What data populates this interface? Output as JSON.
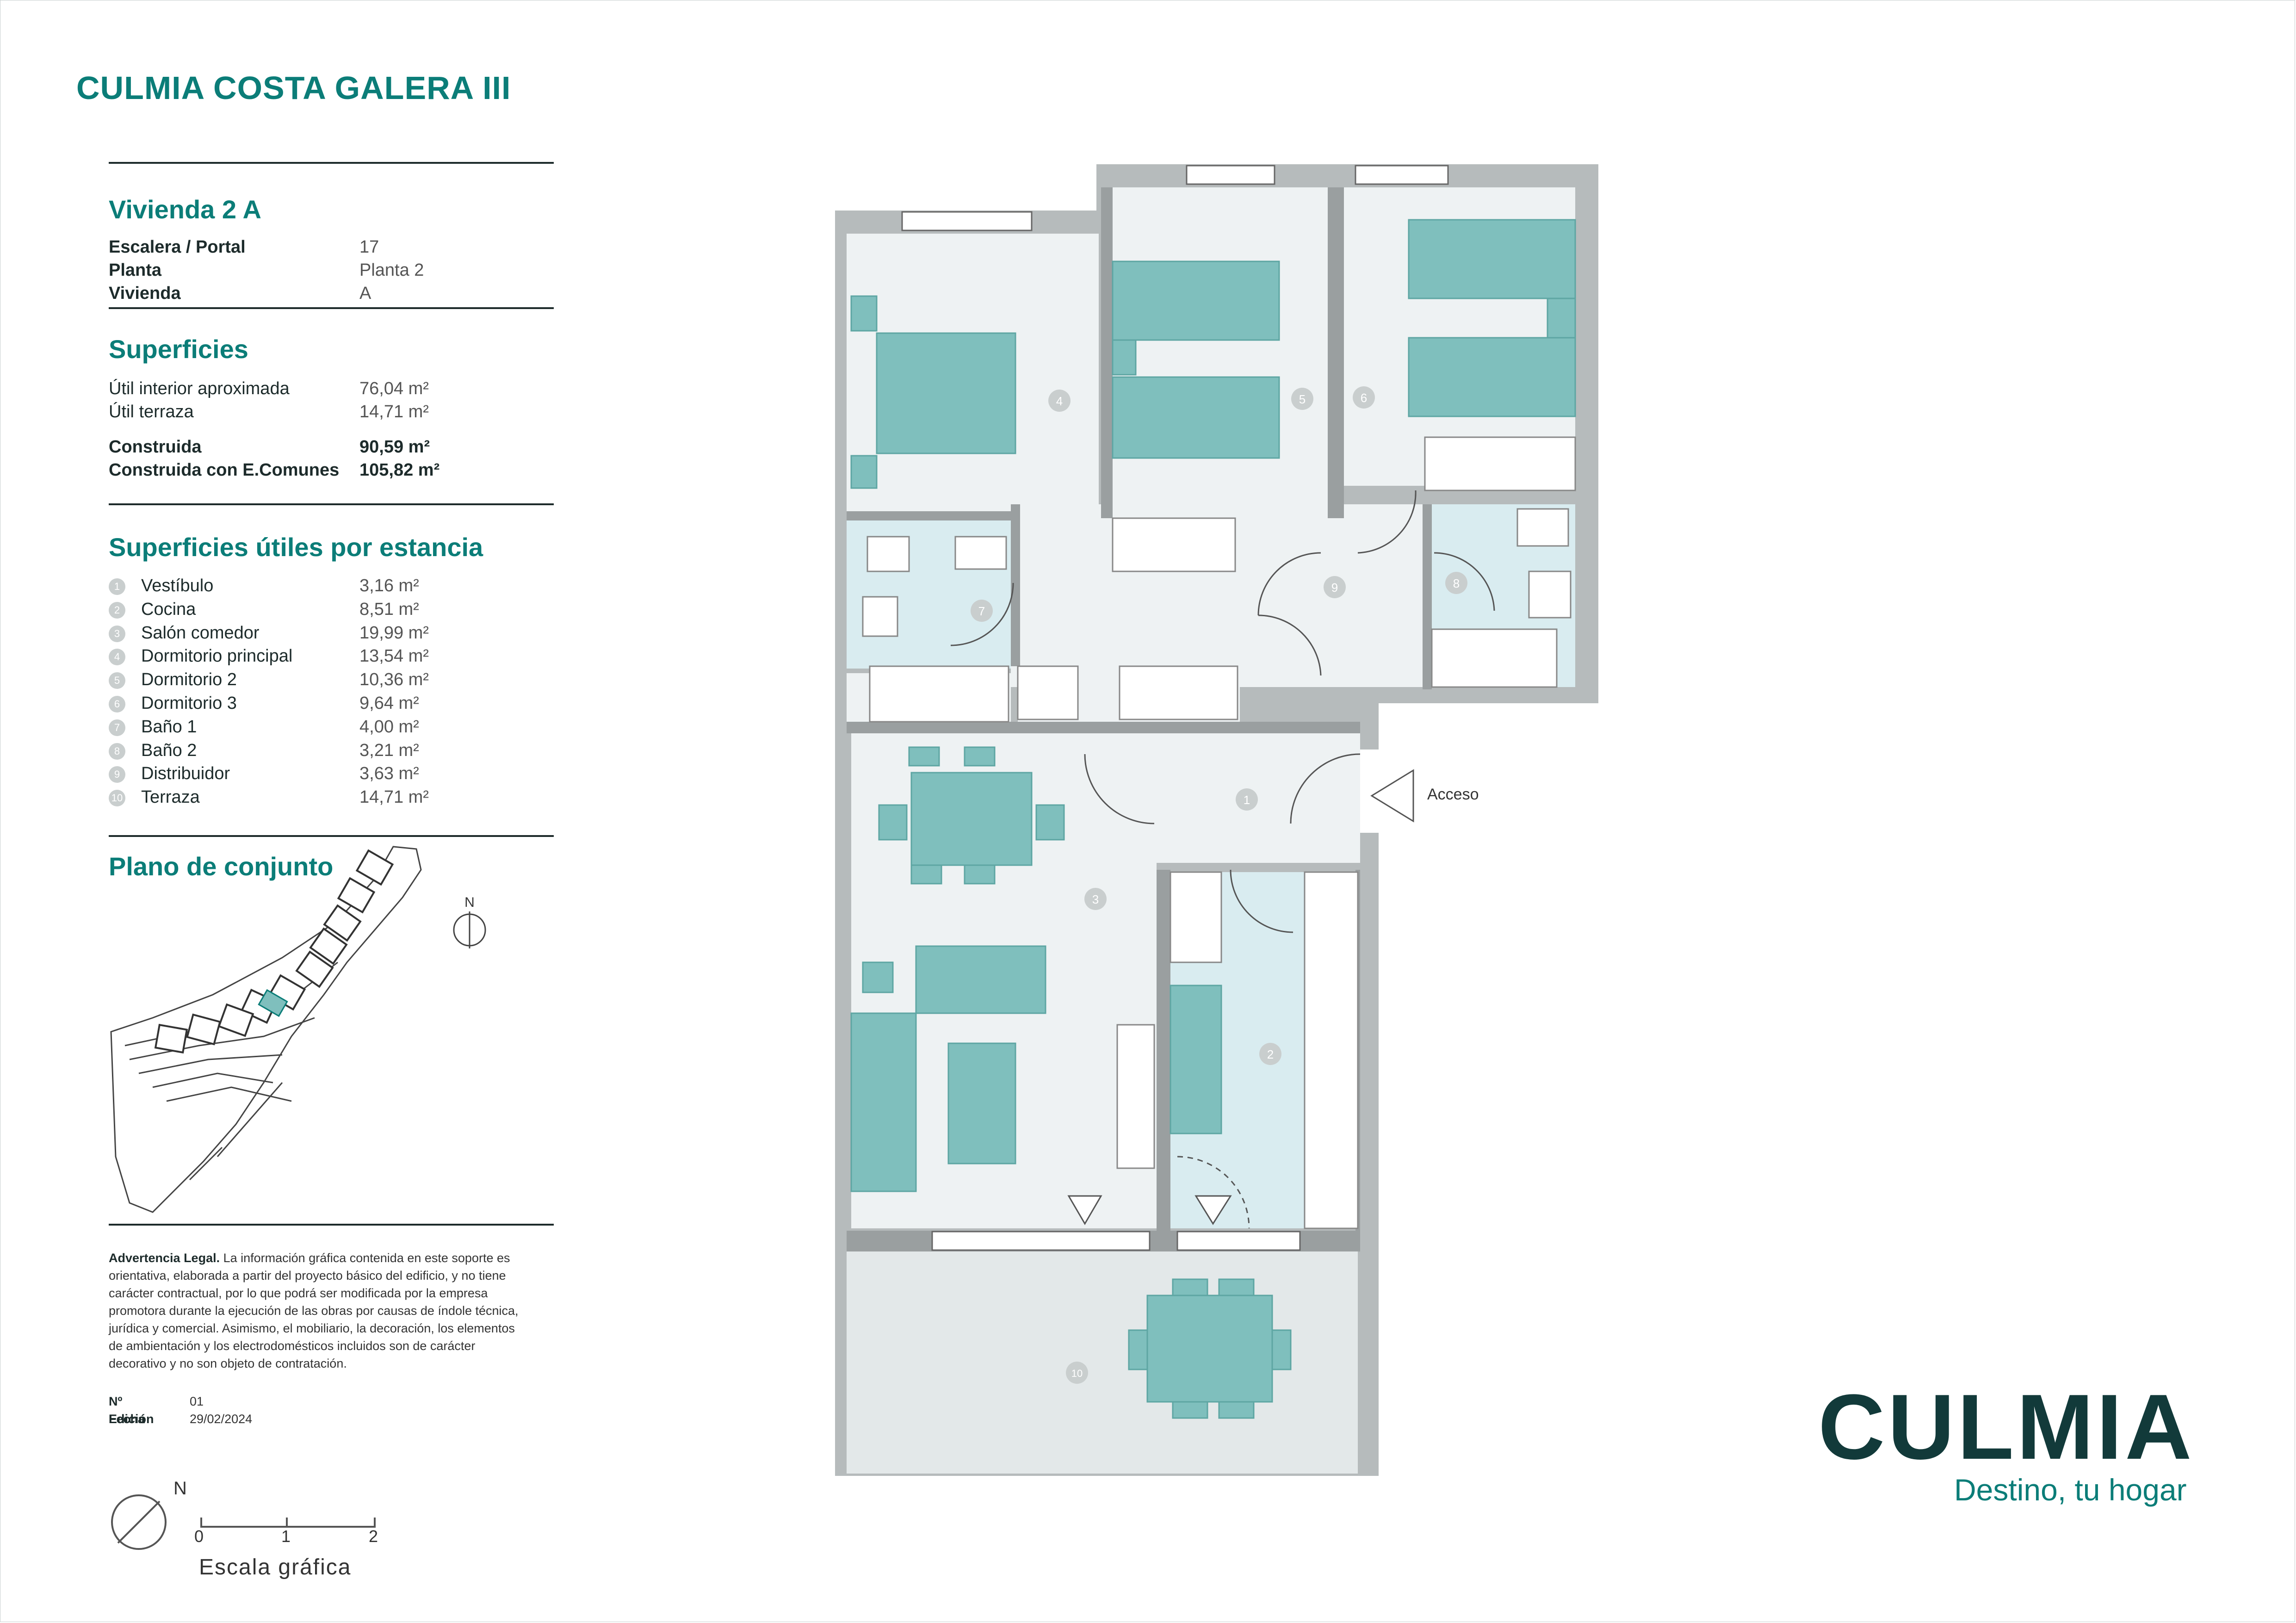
{
  "project_title": "CULMIA COSTA GALERA III",
  "vivienda": {
    "title": "Vivienda 2 A",
    "fields": [
      {
        "label": "Escalera / Portal",
        "value": "17"
      },
      {
        "label": "Planta",
        "value": "Planta 2"
      },
      {
        "label": "Vivienda",
        "value": "A"
      }
    ]
  },
  "superficies": {
    "title": "Superficies",
    "rows": [
      {
        "label": "Útil interior aproximada",
        "value": "76,04 m²"
      },
      {
        "label": "Útil terraza",
        "value": "14,71 m²"
      },
      {
        "label": "Construida",
        "value": "90,59 m²"
      },
      {
        "label": "Construida con E.Comunes",
        "value": "105,82 m²"
      }
    ]
  },
  "estancias": {
    "title": "Superficies útiles por estancia",
    "rows": [
      {
        "num": "1",
        "label": "Vestíbulo",
        "value": "3,16 m²"
      },
      {
        "num": "2",
        "label": "Cocina",
        "value": "8,51 m²"
      },
      {
        "num": "3",
        "label": "Salón comedor",
        "value": "19,99 m²"
      },
      {
        "num": "4",
        "label": "Dormitorio principal",
        "value": "13,54 m²"
      },
      {
        "num": "5",
        "label": "Dormitorio 2",
        "value": "10,36 m²"
      },
      {
        "num": "6",
        "label": "Dormitorio 3",
        "value": "9,64 m²"
      },
      {
        "num": "7",
        "label": "Baño 1",
        "value": "4,00 m²"
      },
      {
        "num": "8",
        "label": "Baño 2",
        "value": "3,21 m²"
      },
      {
        "num": "9",
        "label": "Distribuidor",
        "value": "3,63 m²"
      },
      {
        "num": "10",
        "label": "Terraza",
        "value": "14,71 m²"
      }
    ]
  },
  "plano_conjunto": {
    "title": "Plano de conjunto",
    "north": "N"
  },
  "legal": {
    "title": "Advertencia Legal.",
    "text": " La información gráfica contenida en este soporte es orientativa, elaborada a partir del proyecto básico del edificio, y no tiene carácter contractual, por lo que podrá ser modificada por la empresa promotora durante la ejecución de las obras por causas de índole técnica, jurídica y comercial. Asimismo, el mobiliario, la decoración, los elementos de ambientación y los electrodomésticos incluidos son de carácter decorativo y no son objeto de contratación."
  },
  "edicion": {
    "label": "Nº Edición",
    "value": "01",
    "fecha_label": "Fecha",
    "fecha": "29/02/2024"
  },
  "escala": {
    "north": "N",
    "ticks": [
      "0",
      "1",
      "2"
    ],
    "label": "Escala gráfica"
  },
  "plan": {
    "acceso": "Acceso",
    "room_numbers": [
      "1",
      "2",
      "3",
      "4",
      "5",
      "6",
      "7",
      "8",
      "9",
      "10"
    ]
  },
  "brand": {
    "name": "CULMIA",
    "slogan": "Destino, tu hogar"
  },
  "colors": {
    "accent": "#0b7d78",
    "furniture": "#7fbfbd",
    "room": "#eef2f3",
    "wet": "#d9ecf0",
    "terrace": "#e3e8e9",
    "wall": "#9a9fa0"
  }
}
